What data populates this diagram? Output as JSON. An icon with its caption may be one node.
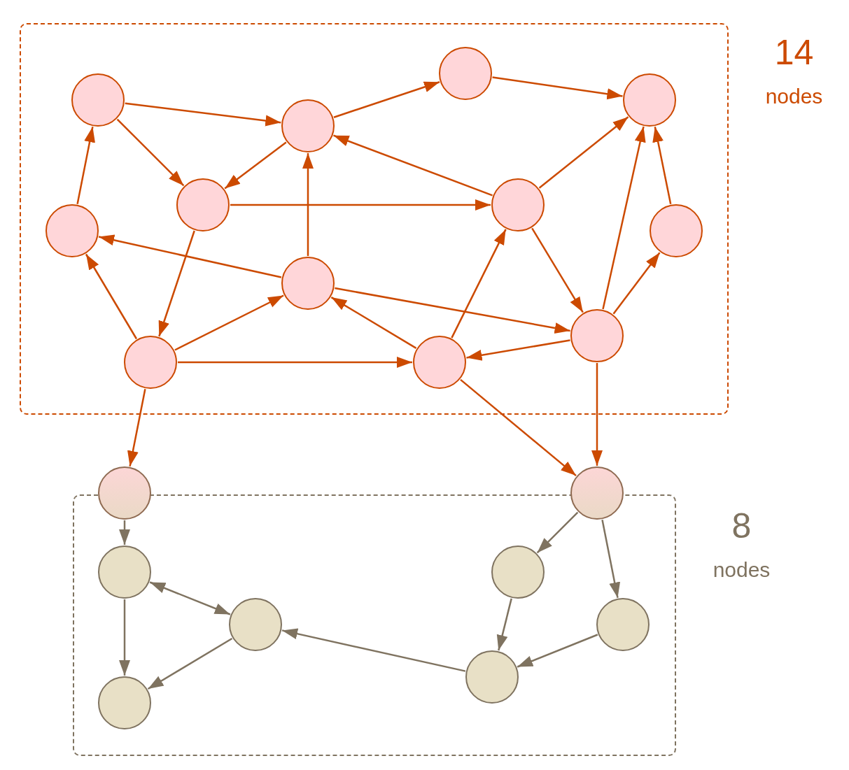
{
  "diagram": {
    "nodes": [
      {
        "text": [
          "14",
          "nodes"
        ]
      },
      {
        "text": [],
        "shape": "circle",
        "in": 0
      },
      {
        "text": [],
        "shape": "circle",
        "in": 0
      },
      {
        "text": [],
        "shape": "circle",
        "in": 0
      },
      {
        "text": [],
        "shape": "circle",
        "in": 0
      },
      {
        "text": [],
        "shape": "circle",
        "in": 0
      },
      {
        "text": [],
        "shape": "circle",
        "in": 0
      },
      {
        "text": [],
        "shape": "circle",
        "in": 0
      },
      {
        "text": [],
        "shape": "circle",
        "in": 0
      },
      {
        "text": [],
        "shape": "circle",
        "in": 0
      },
      {
        "text": [],
        "shape": "circle",
        "in": 0
      },
      {
        "text": [],
        "shape": "circle",
        "in": 0
      },
      {
        "text": [],
        "shape": "circle",
        "in": 0
      },
      {
        "text": [],
        "shape": "circle"
      },
      {
        "text": [],
        "shape": "circle"
      },
      {
        "text": [
          "8",
          "nodes"
        ]
      },
      {
        "text": [],
        "shape": "circle",
        "in": 15
      },
      {
        "text": [],
        "shape": "circle",
        "in": 15
      },
      {
        "text": [],
        "shape": "circle",
        "in": 15
      },
      {
        "text": [],
        "shape": "circle",
        "in": 15
      },
      {
        "text": [],
        "shape": "circle",
        "in": 15
      },
      {
        "text": [],
        "shape": "circle",
        "in": 15
      }
    ],
    "edges": [
      {
        "from": 2,
        "to": 4,
        "arrow": "to"
      },
      {
        "from": 2,
        "to": 5,
        "arrow": "to"
      },
      {
        "from": 7,
        "to": 2,
        "arrow": "to"
      },
      {
        "from": 4,
        "to": 1,
        "arrow": "to"
      },
      {
        "from": 4,
        "to": 5,
        "arrow": "to"
      },
      {
        "from": 1,
        "to": 3,
        "arrow": "to"
      },
      {
        "from": 5,
        "to": 6,
        "arrow": "to"
      },
      {
        "from": 5,
        "to": 11,
        "arrow": "to"
      },
      {
        "from": 9,
        "to": 4,
        "arrow": "to"
      },
      {
        "from": 9,
        "to": 7,
        "arrow": "to"
      },
      {
        "from": 9,
        "to": 10,
        "arrow": "to"
      },
      {
        "from": 6,
        "to": 4,
        "arrow": "to"
      },
      {
        "from": 6,
        "to": 3,
        "arrow": "to"
      },
      {
        "from": 6,
        "to": 10,
        "arrow": "to"
      },
      {
        "from": 11,
        "to": 7,
        "arrow": "to"
      },
      {
        "from": 11,
        "to": 9,
        "arrow": "to"
      },
      {
        "from": 11,
        "to": 12,
        "arrow": "to"
      },
      {
        "from": 11,
        "to": 13,
        "arrow": "to"
      },
      {
        "from": 12,
        "to": 9,
        "arrow": "to"
      },
      {
        "from": 12,
        "to": 6,
        "arrow": "to"
      },
      {
        "from": 12,
        "to": 14,
        "arrow": "to"
      },
      {
        "from": 10,
        "to": 12,
        "arrow": "to"
      },
      {
        "from": 10,
        "to": 3,
        "arrow": "to"
      },
      {
        "from": 10,
        "to": 8,
        "arrow": "to"
      },
      {
        "from": 8,
        "to": 3,
        "arrow": "to"
      },
      {
        "from": 10,
        "to": 14,
        "arrow": "to"
      },
      {
        "from": 13,
        "to": 16,
        "arrow": "to",
        "color": "#7f7360"
      },
      {
        "from": 16,
        "to": 18,
        "arrow": "both",
        "color": "#7f7360"
      },
      {
        "from": 16,
        "to": 21,
        "arrow": "to",
        "color": "#7f7360"
      },
      {
        "from": 18,
        "to": 21,
        "arrow": "to",
        "color": "#7f7360"
      },
      {
        "from": 14,
        "to": 17,
        "arrow": "to",
        "color": "#7f7360"
      },
      {
        "from": 14,
        "to": 19,
        "arrow": "to",
        "color": "#7f7360"
      },
      {
        "from": 17,
        "to": 20,
        "arrow": "to",
        "color": "#7f7360"
      },
      {
        "from": 19,
        "to": 20,
        "arrow": "to",
        "color": "#7f7360"
      },
      {
        "from": 20,
        "to": 18,
        "arrow": "to",
        "color": "#7f7360"
      }
    ]
  }
}
